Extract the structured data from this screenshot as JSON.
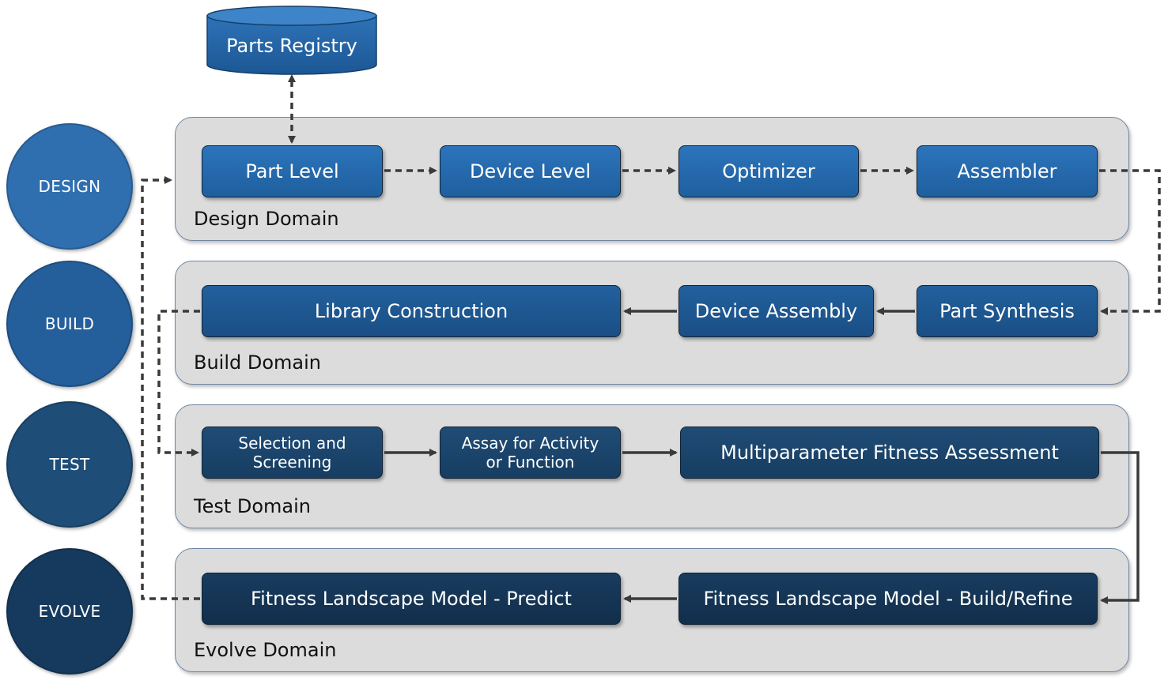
{
  "registry": {
    "label": "Parts Registry"
  },
  "phases": {
    "design": "DESIGN",
    "build": "BUILD",
    "test": "TEST",
    "evolve": "EVOLVE"
  },
  "domains": {
    "design": {
      "label": "Design Domain",
      "steps": [
        "Part Level",
        "Device Level",
        "Optimizer",
        "Assembler"
      ]
    },
    "build": {
      "label": "Build Domain",
      "steps": [
        "Library Construction",
        "Device Assembly",
        "Part Synthesis"
      ]
    },
    "test": {
      "label": "Test Domain",
      "steps": [
        "Selection and\nScreening",
        "Assay for Activity\nor Function",
        "Multiparameter Fitness Assessment"
      ]
    },
    "evolve": {
      "label": "Evolve Domain",
      "steps": [
        "Fitness Landscape Model - Predict",
        "Fitness Landscape Model - Build/Refine"
      ]
    }
  },
  "colors": {
    "design": "#2f6fb0",
    "build": "#245f9c",
    "test": "#1e4d78",
    "evolve": "#163a5e",
    "domain_panel": "#dcdcdc",
    "arrow": "#3a3a3a"
  }
}
